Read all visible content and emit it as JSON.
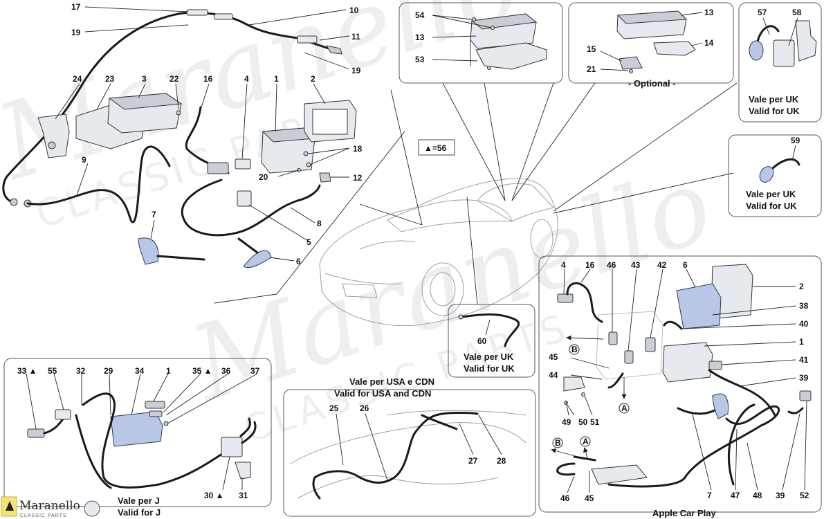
{
  "watermark": {
    "main": "Maranello",
    "sub": "CLASSIC PARTS"
  },
  "logo": {
    "name": "Maranello",
    "tagline": "CLASSIC PARTS"
  },
  "legend_note": "▲=56",
  "captions": {
    "uk_1": "Vale per UK",
    "uk_1_en": "Valid for UK",
    "uk_2": "Vale per UK",
    "uk_2_en": "Valid for UK",
    "uk_3": "Vale per UK",
    "uk_3_en": "Valid for UK",
    "optional": "- Optional -",
    "usa_it": "Vale per USA e CDN",
    "usa_en": "Valid for USA and CDN",
    "j_it": "Vale per J",
    "j_en": "Valid for J",
    "carplay": "Apple Car Play"
  },
  "callouts": {
    "main": [
      "17",
      "10",
      "19",
      "11",
      "19",
      "24",
      "23",
      "3",
      "22",
      "16",
      "4",
      "1",
      "2",
      "9",
      "18",
      "20",
      "12",
      "7",
      "8",
      "5",
      "6"
    ],
    "top_center": [
      "54",
      "13",
      "53"
    ],
    "optional_box": [
      "13",
      "14",
      "15",
      "21"
    ],
    "uk_top": [
      "57",
      "58"
    ],
    "uk_mid": [
      "59"
    ],
    "uk_60": [
      "60"
    ],
    "usa_box": [
      "25",
      "26",
      "27",
      "28"
    ],
    "j_box": [
      "33 ▲",
      "55",
      "32",
      "29",
      "34",
      "1",
      "35 ▲",
      "36",
      "37",
      "30 ▲",
      "31"
    ],
    "carplay_box": [
      "4",
      "16",
      "46",
      "43",
      "42",
      "6",
      "2",
      "38",
      "40",
      "1",
      "41",
      "39",
      "45",
      "44",
      "49",
      "50",
      "51",
      "7",
      "47",
      "48",
      "39",
      "52",
      "46",
      "45"
    ],
    "markers": [
      "B",
      "A",
      "B",
      "A"
    ]
  }
}
